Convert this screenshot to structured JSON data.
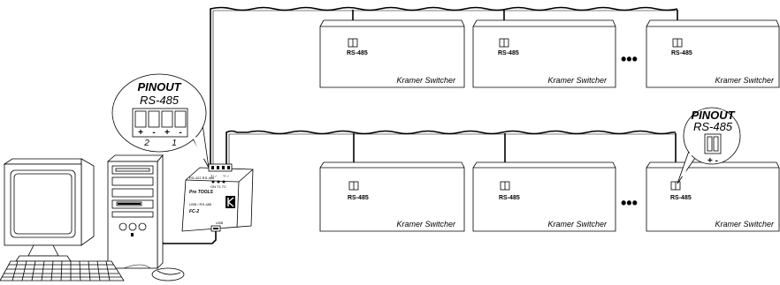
{
  "top_row": {
    "port_label": "RS-485",
    "switcher_label": "Kramer Switcher",
    "ellipsis": "•••"
  },
  "bottom_row": {
    "port_label": "RS-485",
    "switcher_label": "Kramer Switcher",
    "ellipsis": "•••"
  },
  "converter_pinout": {
    "title": "PINOUT",
    "subtitle": "RS-485",
    "signs": [
      "+",
      "-",
      "+",
      "-"
    ],
    "numbers": [
      "2",
      "1"
    ]
  },
  "switcher_pinout": {
    "title": "PINOUT",
    "subtitle": "RS-485",
    "signs": "+ -"
  },
  "converter": {
    "brand": "Pro TOOLS",
    "description": "USB / RS-485",
    "model": "FC-2",
    "port_label": "USB",
    "header_left": "RS-422 RS-485",
    "header_t1": "T↑ /",
    "header_t2": "T↑ /",
    "leds": "ON T1 T2"
  }
}
